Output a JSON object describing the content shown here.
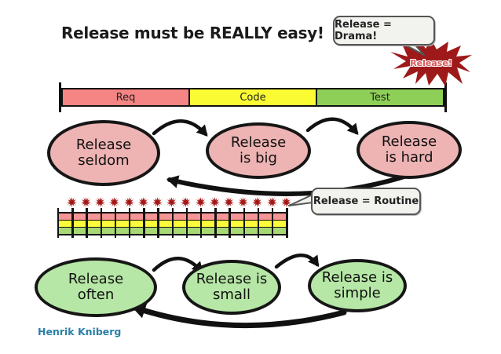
{
  "title": "Release must be REALLY easy!",
  "drama_callout": {
    "bubble_label": "Release = Drama!",
    "burst_label": "Release!",
    "burst_color": "#9e1a1a",
    "burst_text_color": "#d85858"
  },
  "phase_bar": {
    "segments": [
      {
        "label": "Req",
        "color": "#f58484"
      },
      {
        "label": "Code",
        "color": "#fbfb33"
      },
      {
        "label": "Test",
        "color": "#8ecf57"
      }
    ]
  },
  "seldom_cycle": {
    "fill": "#eeb3b3",
    "nodes": [
      {
        "label": "Release\nseldom"
      },
      {
        "label": "Release\nis big"
      },
      {
        "label": "Release\nis hard"
      }
    ]
  },
  "routine_callout": {
    "bubble_label": "Release = Routine"
  },
  "release_strip": {
    "star_count": 16,
    "segment_count": 16,
    "star_color": "#a51717",
    "stripe_colors": [
      "#f59595",
      "#fbfb3c",
      "#a8d873"
    ]
  },
  "often_cycle": {
    "fill": "#b6e7a6",
    "nodes": [
      {
        "label": "Release\noften"
      },
      {
        "label": "Release is\nsmall"
      },
      {
        "label": "Release is\nsimple"
      }
    ]
  },
  "signature": "Henrik Kniberg"
}
